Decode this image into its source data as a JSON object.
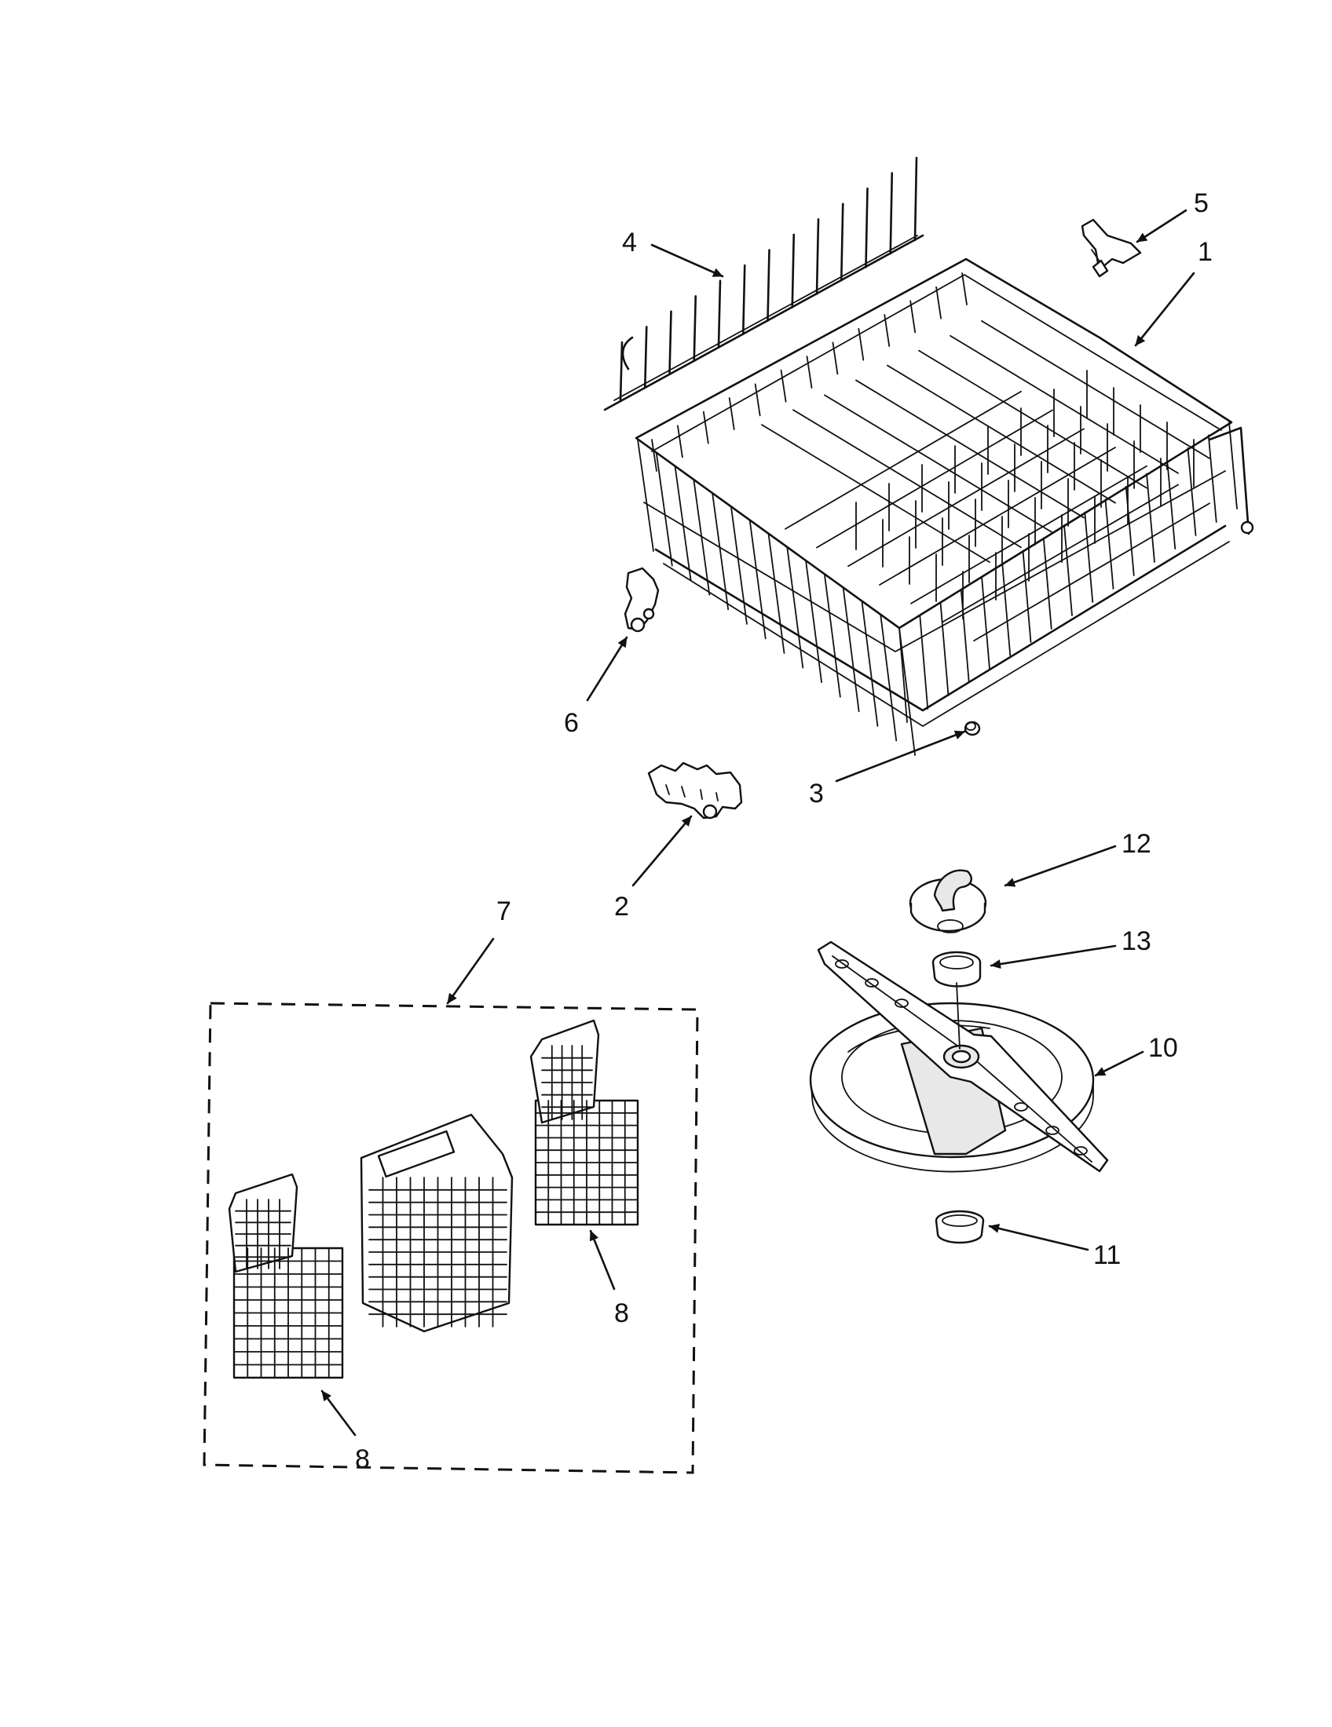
{
  "diagram": {
    "callouts": {
      "c1": "1",
      "c2": "2",
      "c3": "3",
      "c4": "4",
      "c5": "5",
      "c6": "6",
      "c7": "7",
      "c8a": "8",
      "c8b": "8",
      "c10": "10",
      "c11": "11",
      "c12": "12",
      "c13": "13"
    }
  }
}
